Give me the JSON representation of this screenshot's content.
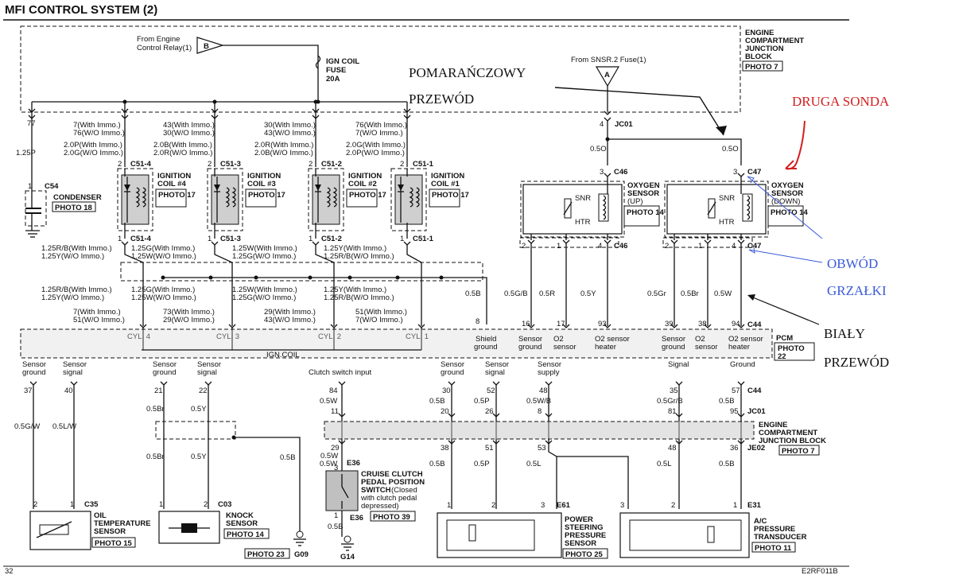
{
  "title": "MFI CONTROL SYSTEM (2)",
  "page_number": "32",
  "doc_code": "E2RF011B",
  "junction_block": {
    "label": "ENGINE COMPARTMENT JUNCTION BLOCK",
    "photo": "PHOTO 7"
  },
  "junction_block_bottom": {
    "label": "ENGINE COMPARTMENT JUNCTION BLOCK",
    "photo": "PHOTO 7"
  },
  "relay_source": {
    "text": "From Engine Control Relay(1)",
    "symbol": "B"
  },
  "fuse": {
    "label": "IGN COIL FUSE 20A"
  },
  "snsr_source": {
    "text": "From SNSR.2 Fuse(1)",
    "symbol": "A"
  },
  "annotations": {
    "orange_wire_1": "POMARAŃCZOWY",
    "orange_wire_2": "PRZEWÓD",
    "second_sensor": "DRUGA SONDA",
    "heater_circuit_1": "OBWÓD",
    "heater_circuit_2": "GRZAŁKI",
    "white_wire_1": "BIAŁY",
    "white_wire_2": "PRZEWÓD"
  },
  "condenser": {
    "pin_top": "77",
    "wire": "1.25P",
    "pin": "1",
    "connector": "C54",
    "name": "CONDENSER",
    "photo": "PHOTO 18"
  },
  "coils": [
    {
      "name": "IGNITION COIL #4",
      "photo": "PHOTO 17",
      "conn_top": "C51-4",
      "conn_bot": "C51-4",
      "pin_top": "2",
      "pin_bot": "1",
      "top_l1": "7(With Immo.)",
      "top_l2": "76(W/O Immo.)",
      "top_l3": "2.0P(With Immo.)",
      "top_l4": "2.0G(W/O Immo.)",
      "bot_l1": "1.25R/B(With Immo.)",
      "bot_l2": "1.25Y(W/O Immo.)",
      "low_l1": "1.25R/B(With Immo.)",
      "low_l2": "1.25Y(W/O Immo.)",
      "pcm_l1": "7(With Immo.)",
      "pcm_l2": "51(W/O Immo.)",
      "cyl": "CYL. 4"
    },
    {
      "name": "IGNITION COIL #3",
      "photo": "PHOTO 17",
      "conn_top": "C51-3",
      "conn_bot": "C51-3",
      "pin_top": "2",
      "pin_bot": "1",
      "top_l1": "43(With Immo.)",
      "top_l2": "30(W/O Immo.)",
      "top_l3": "2.0B(With Immo.)",
      "top_l4": "2.0R(W/O Immo.)",
      "bot_l1": "1.25G(With Immo.)",
      "bot_l2": "1.25W(W/O Immo.)",
      "low_l1": "1.25G(With Immo.)",
      "low_l2": "1.25W(W/O Immo.)",
      "pcm_l1": "73(With Immo.)",
      "pcm_l2": "29(W/O Immo.)",
      "cyl": "CYL. 3"
    },
    {
      "name": "IGNITION COIL #2",
      "photo": "PHOTO 17",
      "conn_top": "C51-2",
      "conn_bot": "C51-2",
      "pin_top": "2",
      "pin_bot": "1",
      "top_l1": "30(With Immo.)",
      "top_l2": "43(W/O Immo.)",
      "top_l3": "2.0R(With Immo.)",
      "top_l4": "2.0B(W/O Immo.)",
      "bot_l1": "1.25W(With Immo.)",
      "bot_l2": "1.25G(W/O Immo.)",
      "low_l1": "1.25W(With Immo.)",
      "low_l2": "1.25G(W/O Immo.)",
      "pcm_l1": "29(With Immo.)",
      "pcm_l2": "43(W/O Immo.)",
      "cyl": "CYL. 2"
    },
    {
      "name": "IGNITION COIL #1",
      "photo": "PHOTO 17",
      "conn_top": "C51-1",
      "conn_bot": "C51-1",
      "pin_top": "2",
      "pin_bot": "1",
      "top_l1": "76(With Immo.)",
      "top_l2": "7(W/O Immo.)",
      "top_l3": "2.0G(With Immo.)",
      "top_l4": "2.0P(W/O Immo.)",
      "bot_l1": "1.25Y(With Immo.)",
      "bot_l2": "1.25R/B(W/O Immo.)",
      "low_l1": "1.25Y(With Immo.)",
      "low_l2": "1.25R/B(W/O Immo.)",
      "pcm_l1": "51(With Immo.)",
      "pcm_l2": "7(W/O Immo.)",
      "cyl": "CYL. 1"
    }
  ],
  "ign_coil_label": "IGN.COIL",
  "shield": {
    "wire": "0.5B",
    "pin": "8",
    "label1": "Shield",
    "label2": "ground"
  },
  "o2_up": {
    "name1": "OXYGEN",
    "name2": "SENSOR",
    "name3": "(UP)",
    "photo": "PHOTO 14",
    "jc": "JC01",
    "jc_pin": "4",
    "wire_top": "0.5O",
    "conn_top": "C46",
    "pin_top": "3",
    "snr": "SNR",
    "htr": "HTR",
    "conn_bot": "C46",
    "pins": [
      "2",
      "1",
      "4"
    ],
    "wires": [
      "0.5G/B",
      "0.5R",
      "0.5Y"
    ],
    "pcm_pins": [
      "16",
      "17",
      "93"
    ],
    "pcm_l1": [
      "Sensor",
      "O2",
      "O2 sensor"
    ],
    "pcm_l2": [
      "ground",
      "sensor",
      "heater"
    ]
  },
  "o2_down": {
    "name1": "OXYGEN",
    "name2": "SENSOR",
    "name3": "(DOWN)",
    "photo": "PHOTO 14",
    "wire_top": "0.5O",
    "conn_top": "C47",
    "pin_top": "3",
    "snr": "SNR",
    "htr": "HTR",
    "conn_bot": "C47",
    "pins": [
      "2",
      "1",
      "4"
    ],
    "wires": [
      "0.5Gr",
      "0.5Br",
      "0.5W"
    ],
    "pcm_pins": [
      "39",
      "38",
      "94"
    ],
    "pcm_conn": "C44",
    "pcm_l1": [
      "Sensor",
      "O2",
      "O2 sensor"
    ],
    "pcm_l2": [
      "ground",
      "sensor",
      "heater"
    ]
  },
  "pcm": {
    "label": "PCM",
    "photo": "PHOTO 22",
    "conn_bottom": "C44"
  },
  "bottom_signals": {
    "oil_gnd": {
      "l1": "Sensor",
      "l2": "ground",
      "pin": "37",
      "wire": "0.5G/W"
    },
    "oil_sig": {
      "l1": "Sensor",
      "l2": "signal",
      "pin": "40",
      "wire": "0.5L/W"
    },
    "knock_gnd": {
      "l1": "Sensor",
      "l2": "ground",
      "pin": "21",
      "wire1": "0.5Br",
      "wire2": "0.5Br"
    },
    "knock_sig": {
      "l1": "Sensor",
      "l2": "signal",
      "pin": "22",
      "wire1": "0.5Y",
      "wire2": "0.5Y"
    },
    "knock_shield_wire": "0.5B",
    "clutch": {
      "l1": "Clutch switch input",
      "pin": "84",
      "wire1": "0.5W",
      "jc_pin": "11",
      "je_pin": "29",
      "wire2": "0.5W"
    },
    "ps_gnd": {
      "l1": "Sensor",
      "l2": "ground",
      "pin": "30",
      "wire1": "0.5B",
      "jc_pin": "20",
      "je_pin": "38",
      "wire2": "0.5B"
    },
    "ps_sig": {
      "l1": "Sensor",
      "l2": "signal",
      "pin": "52",
      "wire1": "0.5P",
      "jc_pin": "26",
      "je_pin": "51",
      "wire2": "0.5P"
    },
    "ps_sup": {
      "l1": "Sensor",
      "l2": "supply",
      "pin": "48",
      "wire1": "0.5W/B",
      "jc_pin": "8",
      "je_pin": "53",
      "wire2": "0.5L"
    },
    "ac_sig": {
      "l1": "Signal",
      "pin": "35",
      "wire1": "0.5Gr/B",
      "jc_pin": "81",
      "je_pin": "48",
      "wire2": "0.5L"
    },
    "ac_gnd": {
      "l1": "Ground",
      "pin": "57",
      "wire1": "0.5B",
      "jc_pin": "95",
      "je_pin": "36",
      "wire2": "0.5B"
    },
    "conn_c44": "C44",
    "conn_jc01": "JC01",
    "conn_je02": "JE02"
  },
  "oil_temp": {
    "name1": "OIL",
    "name2": "TEMPERATURE",
    "name3": "SENSOR",
    "photo": "PHOTO 15",
    "conn": "C35",
    "pin_l": "2",
    "pin_r": "1"
  },
  "knock": {
    "name1": "KNOCK",
    "name2": "SENSOR",
    "photo": "PHOTO 14",
    "conn": "C03",
    "pin_l": "1",
    "pin_r": "2"
  },
  "ground_g09": {
    "name": "G09",
    "photo": "PHOTO 23"
  },
  "clutch_switch": {
    "name1": "CRUISE CLUTCH",
    "name2": "PEDAL POSITION",
    "name3": "SWITCH",
    "note1": "(Closed",
    "note2": "with clutch pedal",
    "note3": "depressed)",
    "photo": "PHOTO 39",
    "conn": "E36",
    "conn2": "E36",
    "pin_top": "3",
    "pin_bot": "1",
    "wire_bot": "0.5B",
    "ground": "G14"
  },
  "ps_sensor": {
    "name1": "POWER",
    "name2": "STEERING",
    "name3": "PRESSURE",
    "name4": "SENSOR",
    "photo": "PHOTO 25",
    "conn": "E61",
    "pins": [
      "1",
      "2",
      "3"
    ]
  },
  "ac_sensor": {
    "name1": "A/C",
    "name2": "PRESSURE",
    "name3": "TRANSDUCER",
    "photo": "PHOTO 11",
    "conn": "E31",
    "pins": [
      "3",
      "2",
      "1"
    ]
  }
}
